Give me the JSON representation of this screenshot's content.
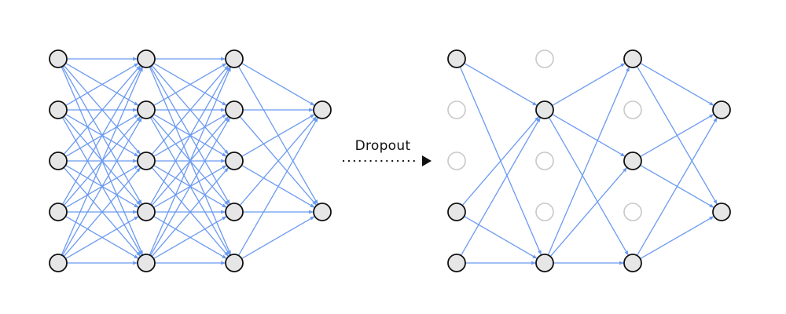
{
  "caption": "Dropout",
  "colors": {
    "edge": "#6b9af0",
    "node_fill": "#e6e6e6",
    "node_stroke": "#111111",
    "dropped_stroke": "#c8c8c8",
    "arrow": "#111111"
  },
  "networks": [
    {
      "id": "full-network",
      "layer_sizes": [
        5,
        5,
        5,
        2
      ],
      "dropped": [
        [],
        [],
        [],
        []
      ],
      "connections": "all"
    },
    {
      "id": "dropout-network",
      "layer_sizes": [
        5,
        5,
        5,
        2
      ],
      "dropped": [
        [
          1,
          2
        ],
        [
          0,
          2,
          3
        ],
        [
          1,
          3
        ],
        []
      ],
      "connections": [
        [
          [
            0,
            0
          ],
          [
            1,
            1
          ]
        ],
        [
          [
            0,
            0
          ],
          [
            1,
            4
          ]
        ],
        [
          [
            0,
            3
          ],
          [
            1,
            1
          ]
        ],
        [
          [
            0,
            3
          ],
          [
            1,
            4
          ]
        ],
        [
          [
            0,
            4
          ],
          [
            1,
            1
          ]
        ],
        [
          [
            0,
            4
          ],
          [
            1,
            4
          ]
        ],
        [
          [
            1,
            1
          ],
          [
            2,
            0
          ]
        ],
        [
          [
            1,
            1
          ],
          [
            2,
            2
          ]
        ],
        [
          [
            1,
            1
          ],
          [
            2,
            4
          ]
        ],
        [
          [
            1,
            4
          ],
          [
            2,
            0
          ]
        ],
        [
          [
            1,
            4
          ],
          [
            2,
            2
          ]
        ],
        [
          [
            1,
            4
          ],
          [
            2,
            4
          ]
        ],
        [
          [
            2,
            0
          ],
          [
            3,
            0
          ]
        ],
        [
          [
            2,
            0
          ],
          [
            3,
            1
          ]
        ],
        [
          [
            2,
            2
          ],
          [
            3,
            0
          ]
        ],
        [
          [
            2,
            2
          ],
          [
            3,
            1
          ]
        ],
        [
          [
            2,
            4
          ],
          [
            3,
            0
          ]
        ],
        [
          [
            2,
            4
          ],
          [
            3,
            1
          ]
        ]
      ]
    }
  ]
}
